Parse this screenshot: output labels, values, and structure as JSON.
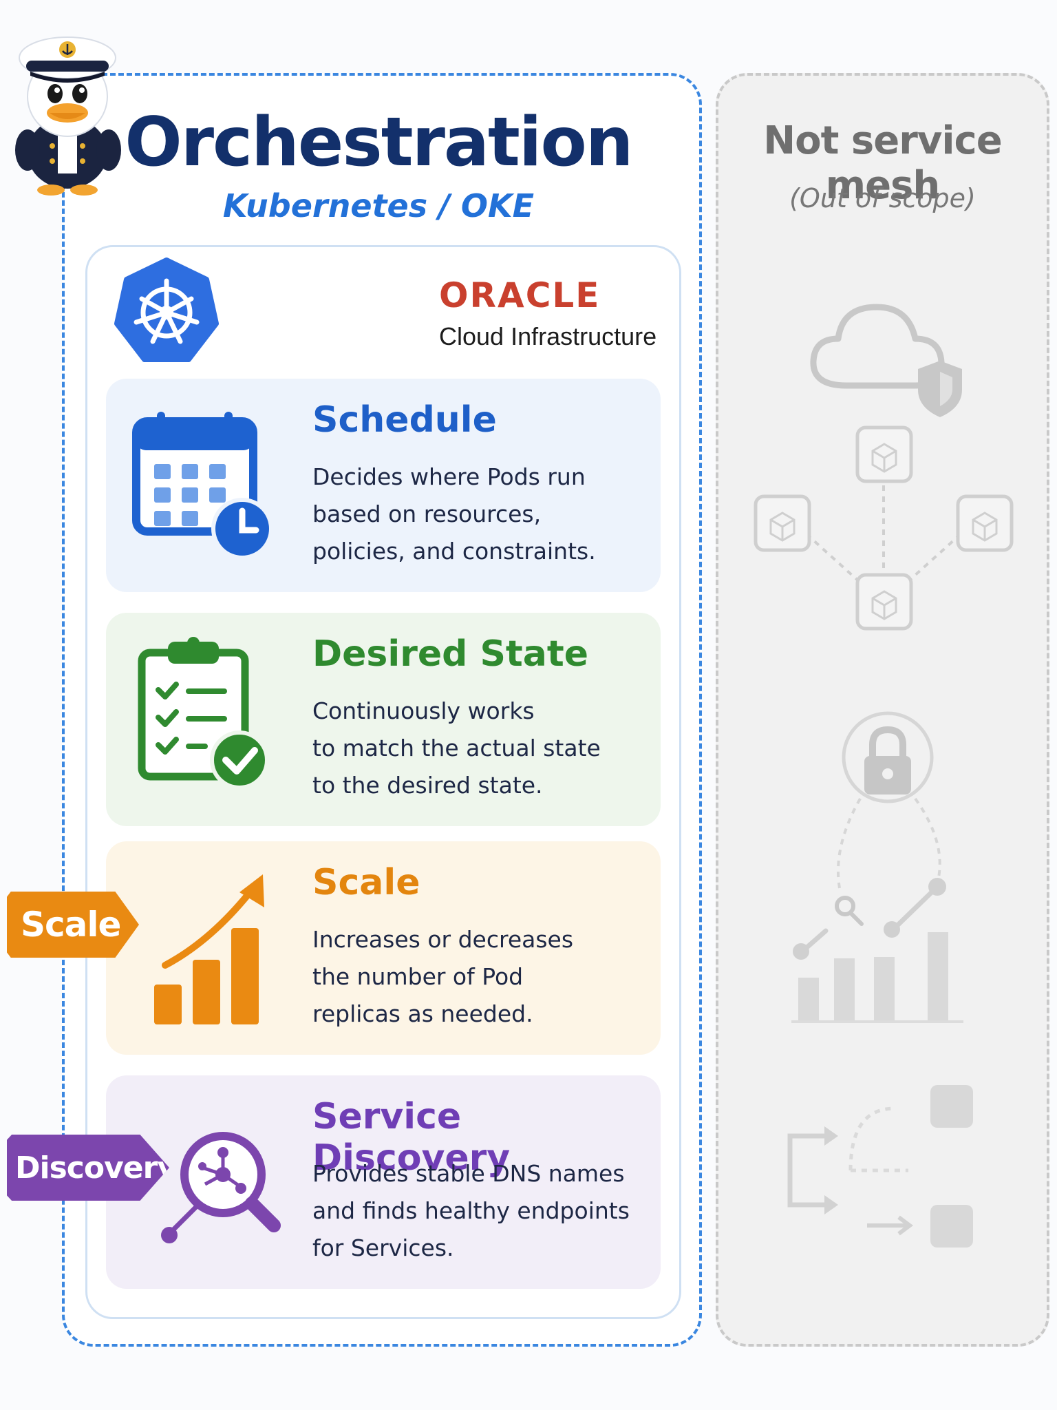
{
  "orchestration": {
    "title": "Orchestration",
    "subtitle": "Kubernetes / OKE"
  },
  "provider": {
    "logo_word": "ORACLE",
    "logo_sub": "Cloud Infrastructure"
  },
  "cards": [
    {
      "title": "Schedule",
      "lines": [
        "Decides where Pods run",
        "based on resources,",
        "policies, and constraints."
      ],
      "icon": "calendar-clock-icon",
      "color": "#1e5fc8"
    },
    {
      "title": "Desired State",
      "lines": [
        "Continuously works",
        "to match the actual state",
        "to the desired state."
      ],
      "icon": "checklist-icon",
      "color": "#2f8a2f"
    },
    {
      "title": "Scale",
      "lines": [
        "Increases or decreases",
        "the number of Pod",
        "replicas as needed."
      ],
      "icon": "growth-chart-icon",
      "color": "#e3850e"
    },
    {
      "title": "Service Discovery",
      "lines": [
        "Provides stable DNS names",
        "and finds healthy endpoints",
        "for Services."
      ],
      "icon": "network-search-icon",
      "color": "#6f3eb5"
    }
  ],
  "tags": {
    "scale": "Scale",
    "discovery": "Discovery"
  },
  "out_of_scope": {
    "title": "Not service mesh",
    "subtitle": "(Out of scope)"
  }
}
